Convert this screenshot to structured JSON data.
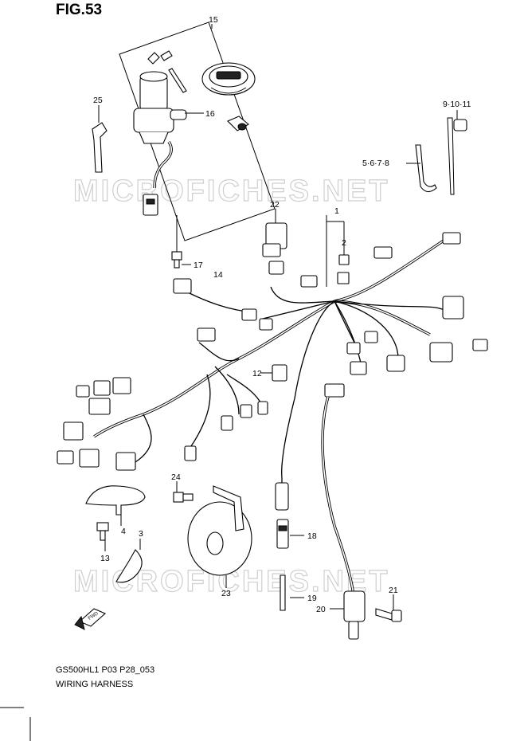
{
  "figure": {
    "title": "FIG.53"
  },
  "footer": {
    "code": "GS500HL1 P03 P28_053",
    "name": "WIRING HARNESS"
  },
  "watermark": {
    "text": "MICROFICHES.NET"
  },
  "fwd_label": "FWD",
  "callouts": [
    {
      "id": "c15",
      "label": "15"
    },
    {
      "id": "c16",
      "label": "16"
    },
    {
      "id": "c25",
      "label": "25"
    },
    {
      "id": "c9",
      "label": "9·10·11"
    },
    {
      "id": "c5",
      "label": "5·6·7·8"
    },
    {
      "id": "c22",
      "label": "22"
    },
    {
      "id": "c1",
      "label": "1"
    },
    {
      "id": "c2",
      "label": "2"
    },
    {
      "id": "c17",
      "label": "17"
    },
    {
      "id": "c14",
      "label": "14"
    },
    {
      "id": "c12",
      "label": "12"
    },
    {
      "id": "c24",
      "label": "24"
    },
    {
      "id": "c4",
      "label": "4"
    },
    {
      "id": "c3",
      "label": "3"
    },
    {
      "id": "c13",
      "label": "13"
    },
    {
      "id": "c18",
      "label": "18"
    },
    {
      "id": "c19",
      "label": "19"
    },
    {
      "id": "c20",
      "label": "20"
    },
    {
      "id": "c21",
      "label": "21"
    },
    {
      "id": "c23",
      "label": "23"
    }
  ]
}
